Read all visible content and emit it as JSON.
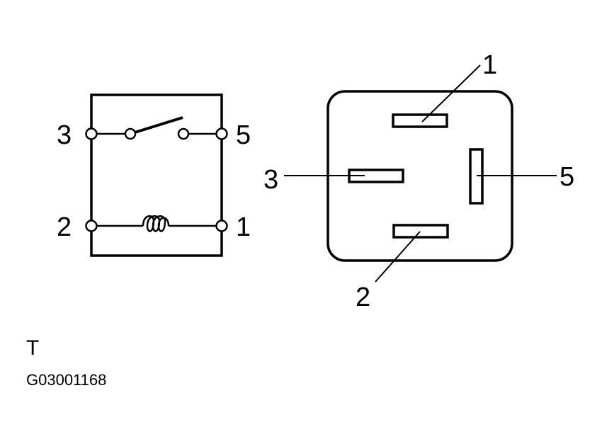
{
  "schematic": {
    "terminals": {
      "t3": "3",
      "t5": "5",
      "t2": "2",
      "t1": "1"
    }
  },
  "connector": {
    "terminals": {
      "t1": "1",
      "t3": "3",
      "t5": "5",
      "t2": "2"
    }
  },
  "mark": "T",
  "figure_code": "G03001168"
}
